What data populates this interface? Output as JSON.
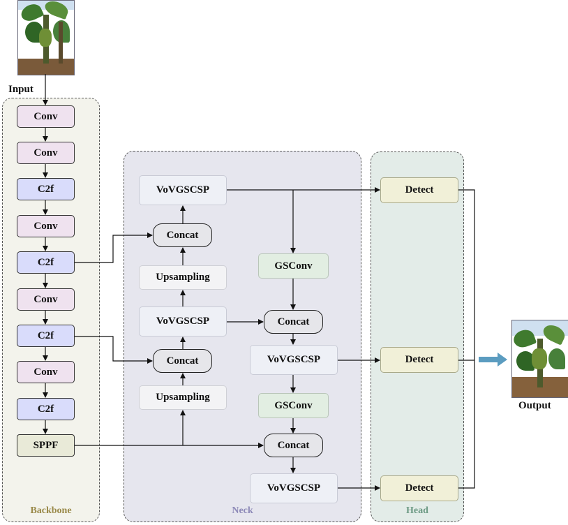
{
  "labels": {
    "input": "Input",
    "output": "Output",
    "backbone": "Backbone",
    "neck": "Neck",
    "head": "Head"
  },
  "backbone": {
    "b1": "Conv",
    "b2": "Conv",
    "b3": "C2f",
    "b4": "Conv",
    "b5": "C2f",
    "b6": "Conv",
    "b7": "C2f",
    "b8": "Conv",
    "b9": "C2f",
    "b10": "SPPF"
  },
  "neck": {
    "vov_top": "VoVGSCSP",
    "concat_top": "Concat",
    "upsampling_top": "Upsampling",
    "vov_mid": "VoVGSCSP",
    "concat_mid": "Concat",
    "upsampling_bottom": "Upsampling",
    "gsconv_top": "GSConv",
    "concat_right_top": "Concat",
    "vov_right_mid": "VoVGSCSP",
    "gsconv_bottom": "GSConv",
    "concat_right_bottom": "Concat",
    "vov_right_bottom": "VoVGSCSP"
  },
  "head": {
    "detect_top": "Detect",
    "detect_mid": "Detect",
    "detect_bottom": "Detect"
  },
  "colors": {
    "arrow": "#111111",
    "output_arrow": "#5b9cc0"
  }
}
